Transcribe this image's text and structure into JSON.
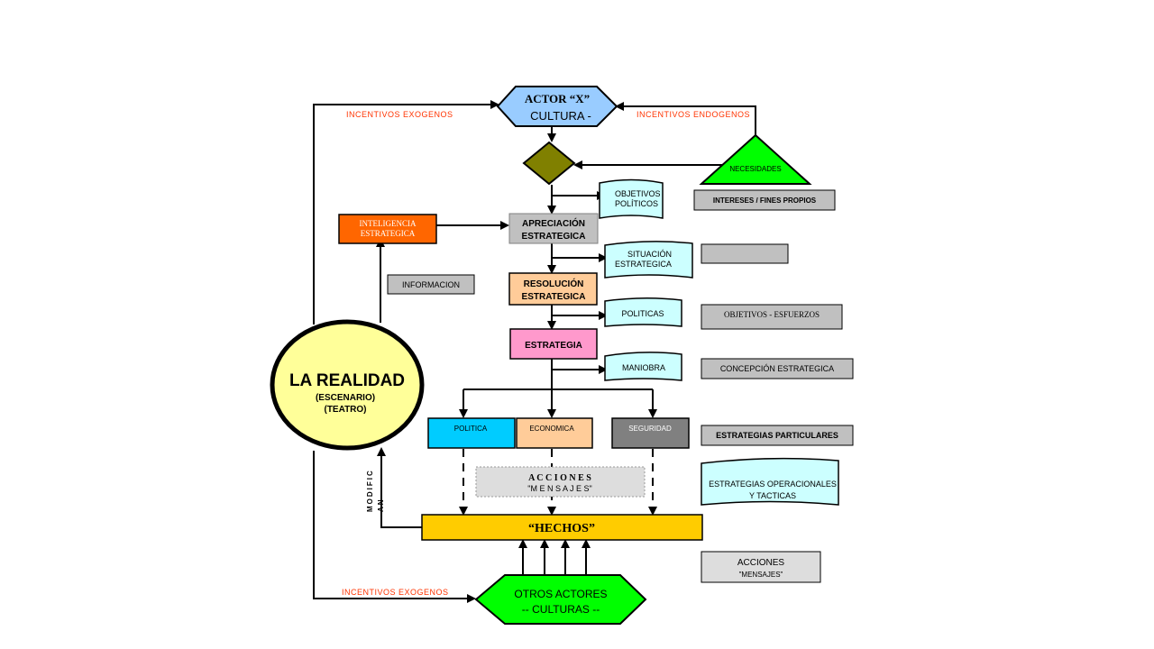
{
  "labels": {
    "actor_x_line1": "ACTOR “X”",
    "actor_x_line2": "CULTURA  -",
    "incentivos_exogenos_top": "INCENTIVOS EXOGENOS",
    "incentivos_endogenos": "INCENTIVOS ENDOGENOS",
    "necesidades": "NECESIDADES",
    "objetivos_politicos_l1": "OBJETIVOS",
    "objetivos_politicos_l2": "POLÍTICOS",
    "intereses_fines": "INTERESES / FINES PROPIOS",
    "inteligencia_l1": "INTELIGENCIA",
    "inteligencia_l2": "ESTRATEGICA",
    "apreciacion_l1": "APRECIACIÓN",
    "apreciacion_l2": "ESTRATEGICA",
    "situacion_l1": "SITUACIÓN",
    "situacion_l2": "ESTRATEGICA",
    "informacion": "INFORMACION",
    "resolucion_l1": "RESOLUCIÓN",
    "resolucion_l2": "ESTRATEGICA",
    "politicas": "POLITICAS",
    "objetivos_esfuerzos": "OBJETIVOS  -  ESFUERZOS",
    "estrategia": "ESTRATEGIA",
    "maniobra": "MANIOBRA",
    "concepcion": "CONCEPCIÓN ESTRATEGICA",
    "realidad_title": "LA REALIDAD",
    "realidad_l2": "(ESCENARIO)",
    "realidad_l3": "(TEATRO)",
    "politica": "POLITICA",
    "economica": "ECONOMICA",
    "seguridad": "SEGURIDAD",
    "estrategias_particulares": "ESTRATEGIAS PARTICULARES",
    "acciones_mensajes_mid_l1": "A C C I O N E S",
    "acciones_mensajes_mid_l2": "\"M E N S A J E S\"",
    "estrategias_operacionales_l1": "ESTRATEGIAS OPERACIONALES",
    "estrategias_operacionales_l2": "Y   TACTICAS",
    "modific_l1": "MODIFIC",
    "modific_l2": "AN",
    "hechos": "“HECHOS”",
    "acciones_right_l1": "ACCIONES",
    "acciones_right_l2": "\"MENSAJES\"",
    "incentivos_exogenos_bottom": "INCENTIVOS EXOGENOS",
    "otros_actores_l1": "OTROS  ACTORES",
    "otros_actores_l2": "--  CULTURAS   --"
  },
  "colors": {
    "actor": "#99ccff",
    "olive": "#808000",
    "green": "#00ff00",
    "orange": "#ff6600",
    "gray": "#c0c0c0",
    "light_gray": "#dddddd",
    "peach": "#ffcc99",
    "pink": "#ff99cc",
    "cyan_note": "#ccffff",
    "sky": "#00ccff",
    "dark_gray": "#808080",
    "yellow_light": "#ffff99",
    "gold": "#ffcc00",
    "red_text": "#ff3300"
  }
}
